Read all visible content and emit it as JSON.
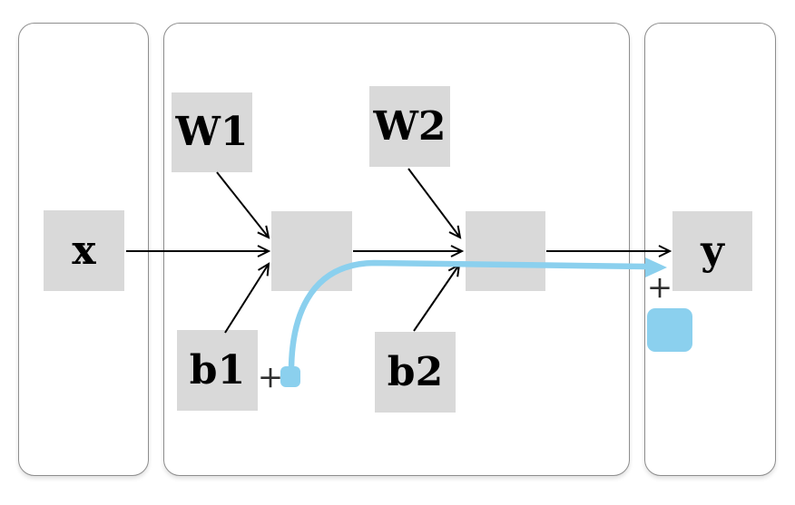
{
  "labels": {
    "x": "x",
    "w1": "W1",
    "w2": "W2",
    "b1": "b1",
    "b2": "b2",
    "y": "y",
    "plus_hidden": "+",
    "plus_output": "+"
  },
  "colors": {
    "box_gray": "#d9d9d9",
    "accent_blue": "#8bd0ee",
    "arrow_black": "#000000",
    "panel_border": "#8e8e8e",
    "plus_dark": "#2e2e2e",
    "background": "#ffffff"
  }
}
